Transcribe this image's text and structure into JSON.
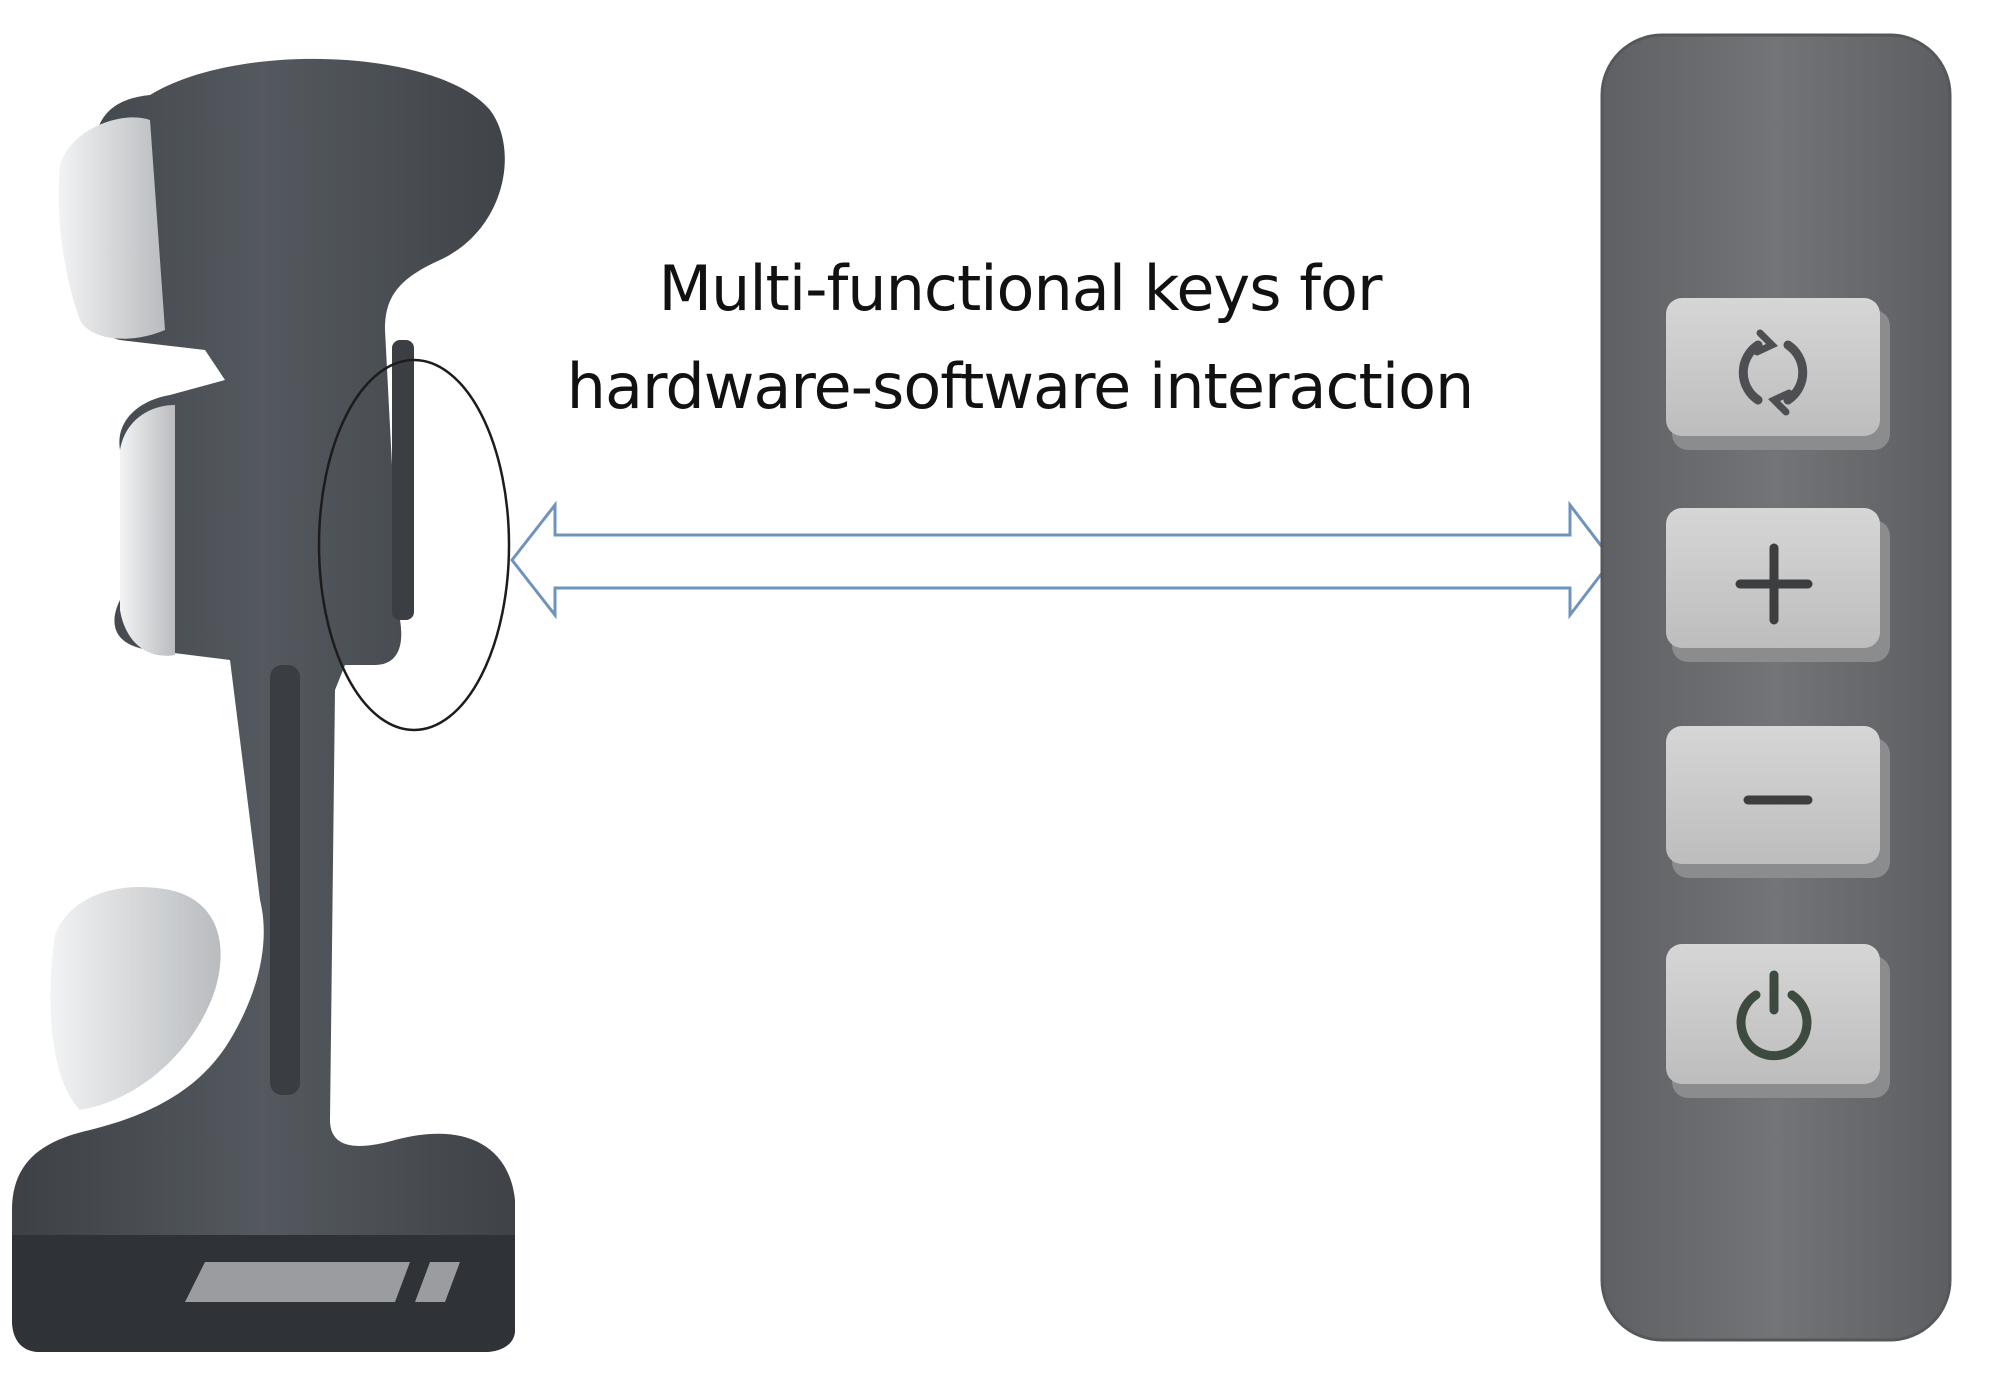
{
  "caption": {
    "line1": "Multi-functional keys for",
    "line2": "hardware-software interaction"
  },
  "scanner": {
    "body_color": "#4a4f55",
    "lens_color": "#d7d9db",
    "base_color": "#2f3236"
  },
  "key_panel": {
    "panel_color": "#6b6d70",
    "key_color": "#c9c9c9",
    "keys": [
      {
        "name": "refresh-key",
        "icon": "refresh-icon",
        "glyph_color": "#4d4f52"
      },
      {
        "name": "plus-key",
        "icon": "plus-icon",
        "glyph_color": "#3c3e40"
      },
      {
        "name": "minus-key",
        "icon": "minus-icon",
        "glyph_color": "#3c3e40"
      },
      {
        "name": "power-key",
        "icon": "power-icon",
        "glyph_color": "#3d4a3f"
      }
    ]
  },
  "connector": {
    "type": "double-headed-arrow",
    "color": "#6f93bd"
  }
}
